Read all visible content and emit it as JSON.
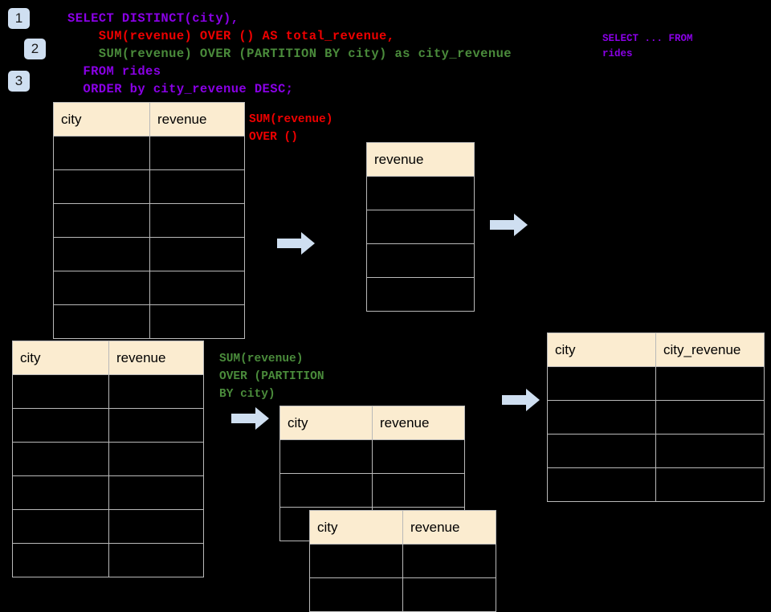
{
  "background_color": "#000000",
  "accent_colors": {
    "header_fill": "#fbecd0",
    "grid_line": "#b9b9b9",
    "badge_fill": "#cfdff1",
    "arrow_fill": "#cfdff1",
    "sql_purple": "#8a00e6",
    "sql_red": "#ee0000",
    "sql_green": "#4a8b3b"
  },
  "badges": [
    {
      "label": "1"
    },
    {
      "label": "2"
    },
    {
      "label": "3"
    }
  ],
  "sql": {
    "line1": "SELECT DISTINCT(city),",
    "line2": "    SUM(revenue) OVER () AS total_revenue,",
    "line3": "    SUM(revenue) OVER (PARTITION BY city) as city_revenue",
    "line4": "  FROM rides",
    "line5": "  ORDER by city_revenue DESC;"
  },
  "side_note": {
    "line1": "SELECT ... FROM",
    "line2": "rides"
  },
  "annotations": {
    "total": {
      "line1": "SUM(revenue)",
      "line2": "OVER ()"
    },
    "partition": {
      "line1": "SUM(revenue)",
      "line2": "OVER (PARTITION",
      "line3": "BY city)"
    }
  },
  "tables": {
    "source_top": {
      "headers": [
        "city",
        "revenue"
      ],
      "row_count": 6
    },
    "total_revenue": {
      "headers": [
        "revenue"
      ],
      "row_count": 4
    },
    "source_bottom": {
      "headers": [
        "city",
        "revenue"
      ],
      "row_count": 6
    },
    "partition_back": {
      "headers": [
        "city",
        "revenue"
      ],
      "row_count": 3
    },
    "partition_front": {
      "headers": [
        "city",
        "revenue"
      ],
      "row_count": 2
    },
    "result": {
      "headers": [
        "city",
        "city_revenue"
      ],
      "row_count": 4
    }
  },
  "arrows": [
    {
      "name": "arrow-source-to-total"
    },
    {
      "name": "arrow-total-to-result"
    },
    {
      "name": "arrow-source-to-partition"
    },
    {
      "name": "arrow-partition-to-result"
    }
  ]
}
